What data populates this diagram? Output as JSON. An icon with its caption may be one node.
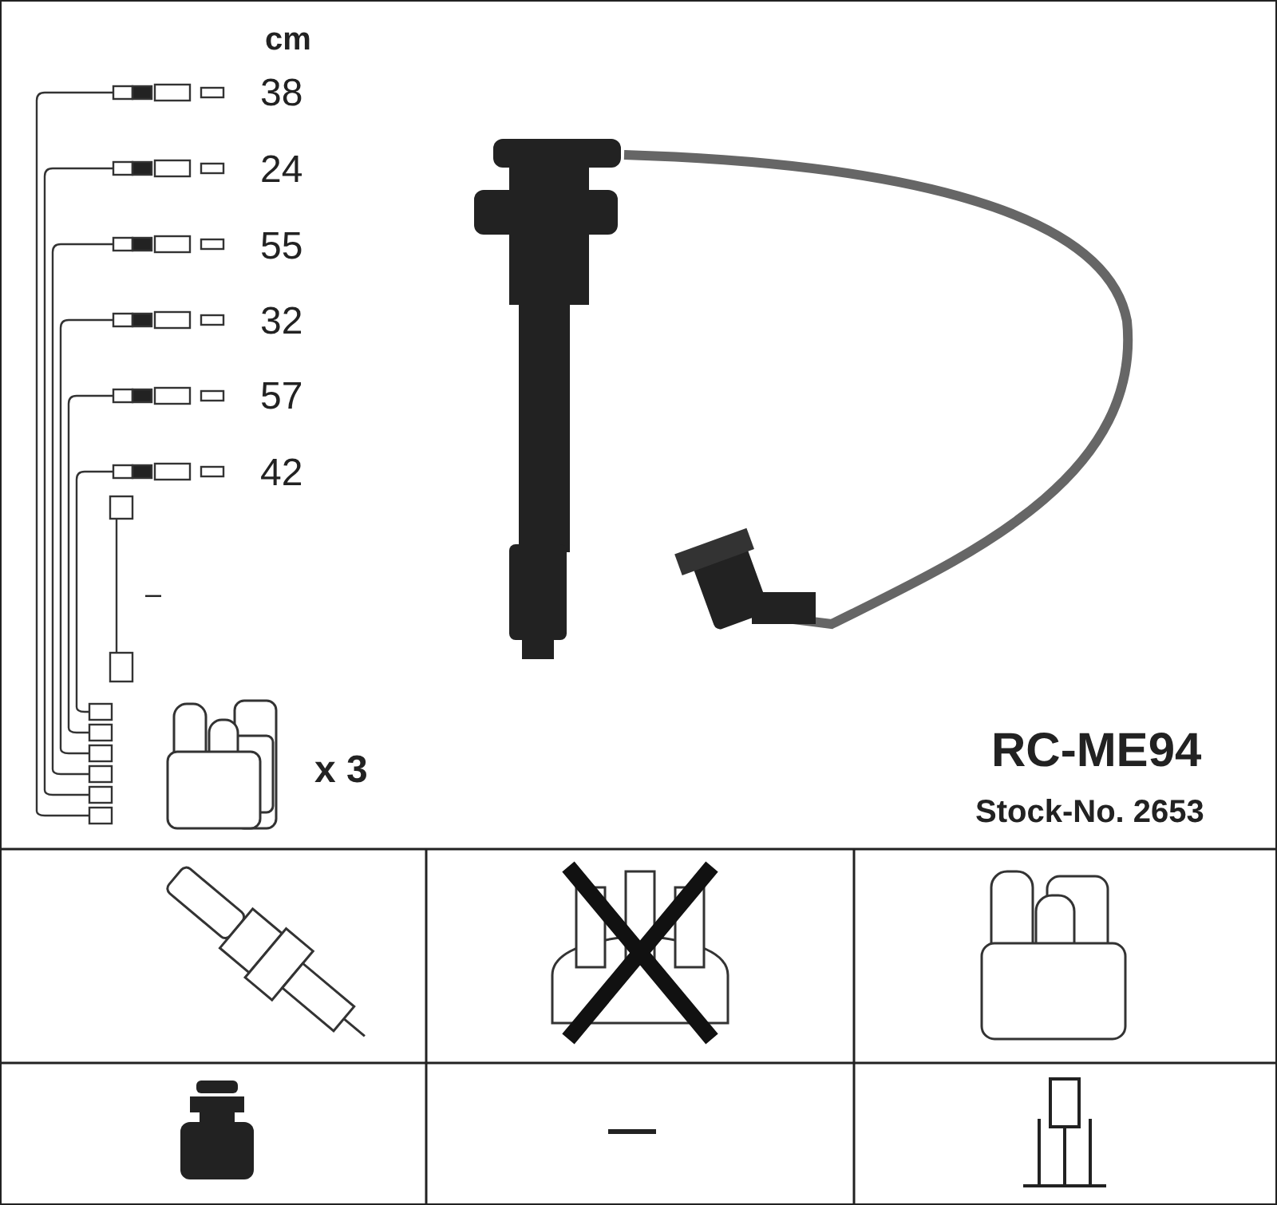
{
  "diagram": {
    "labels": [
      "cm",
      "38",
      "24",
      "55",
      "32",
      "57",
      "42",
      "–",
      "x 3",
      "RC-ME94",
      "Stock-No. 2653",
      "—"
    ]
  }
}
